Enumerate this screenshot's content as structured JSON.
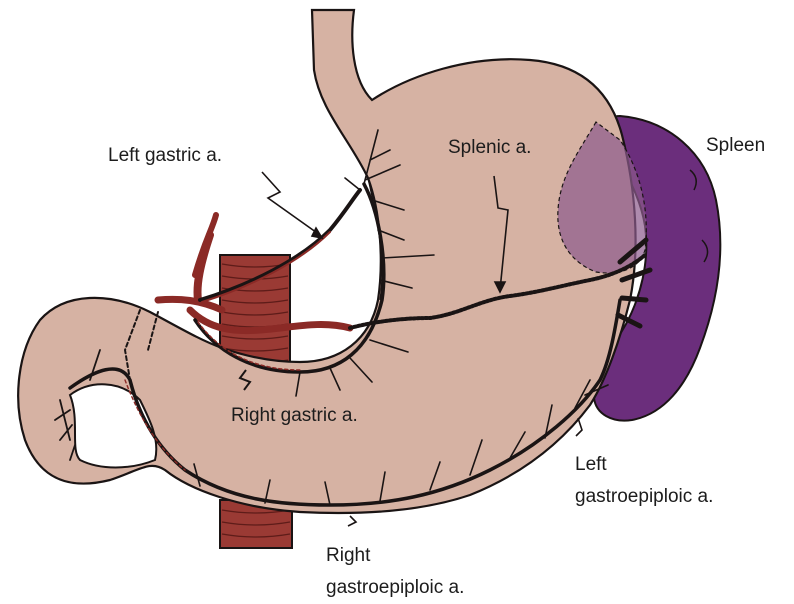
{
  "labels": {
    "spleen": "Spleen",
    "splenic_artery": "Splenic a.",
    "left_gastric_artery": "Left gastric a.",
    "right_gastric_artery": "Right gastric a.",
    "left_gastroepiploic_artery": [
      "Left",
      "gastroepiploic a."
    ],
    "right_gastroepiploic_artery": [
      "Right",
      "gastroepiploic a."
    ]
  },
  "colors": {
    "stomach": "#d6b2a3",
    "spleen": "#6b2e7c",
    "vessel": "#8b2a26",
    "outline": "#1a1414"
  }
}
